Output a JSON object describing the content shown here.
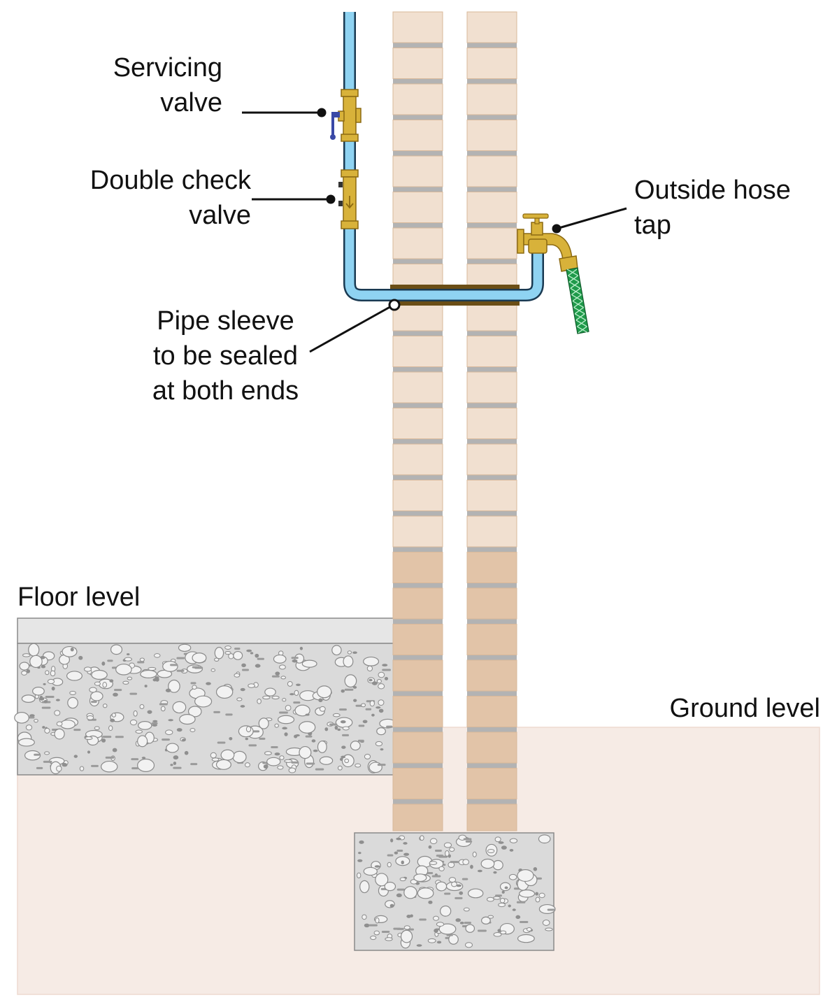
{
  "labels": {
    "servicing_valve": [
      "Servicing",
      "valve"
    ],
    "double_check_valve": [
      "Double check",
      "valve"
    ],
    "outside_hose_tap": [
      "Outside hose",
      "tap"
    ],
    "pipe_sleeve": [
      "Pipe sleeve",
      "to be sealed",
      "at both ends"
    ],
    "floor_level": "Floor level",
    "ground_level": "Ground level"
  },
  "colors": {
    "brick_upper": "#f1e0d0",
    "brick_lower": "#e2c4a8",
    "brick_edge": "#d8b89a",
    "mortar": "#b3b3b3",
    "pipe": "#8fd3f2",
    "pipe_outline": "#1a3a52",
    "brass": "#d8b23a",
    "brass_dark": "#8c6a12",
    "handle": "#3a49a6",
    "hose": "#1f9a4a",
    "sleeve": "#6b4e16",
    "concrete": "#dadada",
    "screed": "#e6e6e6",
    "ground": "#f6ebe5",
    "leader": "#111111"
  }
}
